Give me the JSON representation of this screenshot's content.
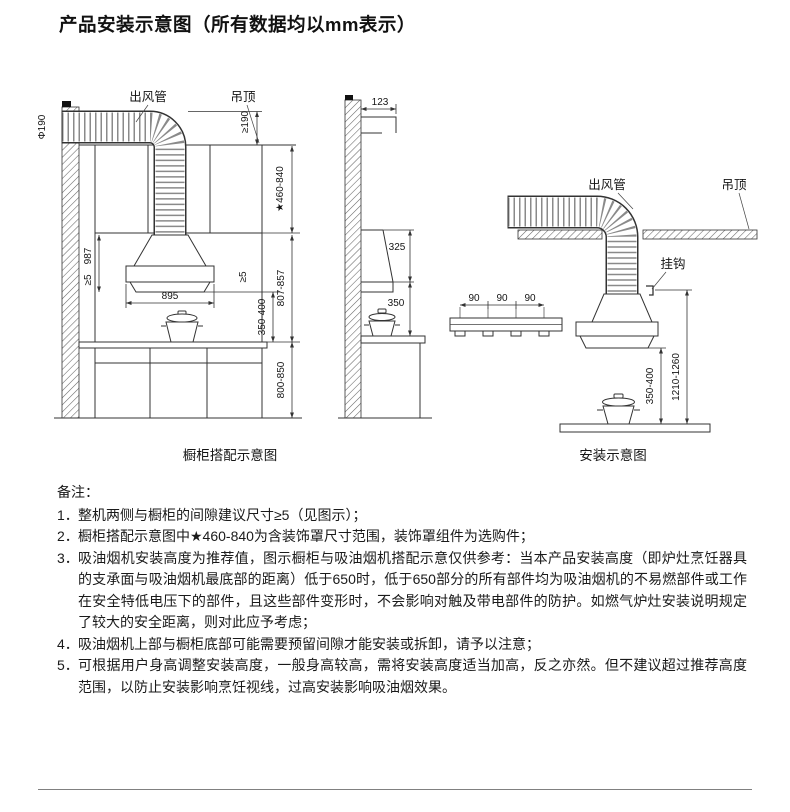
{
  "page": {
    "title": "产品安装示意图（所有数据均以mm表示）"
  },
  "diagrams": {
    "cabinet": {
      "caption": "橱柜搭配示意图",
      "labels": {
        "duct": "出风管",
        "ceiling": "吊顶",
        "phi": "Φ190",
        "ge190": "≥190",
        "star": "★460-840",
        "h987": "987",
        "gap_left": "≥5",
        "gap_right": "≥5",
        "w895": "895",
        "h350_400": "350-400",
        "h807_857": "807-857",
        "h800_850": "800-850"
      }
    },
    "side": {
      "labels": {
        "w123": "123",
        "h325": "325",
        "h350": "350"
      }
    },
    "install": {
      "caption": "安装示意图",
      "labels": {
        "duct": "出风管",
        "ceiling": "吊顶",
        "hook": "挂钩",
        "s90a": "90",
        "s90b": "90",
        "s90c": "90",
        "h350_400": "350-400",
        "h1210_1260": "1210-1260"
      }
    }
  },
  "notes": {
    "heading": "备注：",
    "items": [
      {
        "num": "1．",
        "text": "整机两侧与橱柜的间隙建议尺寸≥5（见图示）；"
      },
      {
        "num": "2．",
        "text": "橱柜搭配示意图中★460-840为含装饰罩尺寸范围，装饰罩组件为选购件；"
      },
      {
        "num": "3．",
        "text": "吸油烟机安装高度为推荐值，图示橱柜与吸油烟机搭配示意仅供参考：当本产品安装高度（即炉灶烹饪器具的支承面与吸油烟机最底部的距离）低于650时，低于650部分的所有部件均为吸油烟机的不易燃部件或工作在安全特低电压下的部件，且这些部件变形时，不会影响对触及带电部件的防护。如燃气炉灶安装说明规定了较大的安全距离，则对此应予考虑；"
      },
      {
        "num": "4．",
        "text": "吸油烟机上部与橱柜底部可能需要预留间隙才能安装或拆卸，请予以注意；"
      },
      {
        "num": "5．",
        "text": "可根据用户身高调整安装高度，一般身高较高，需将安装高度适当加高，反之亦然。但不建议超过推荐高度范围，以防止安装影响烹饪视线，过高安装影响吸油烟效果。"
      }
    ]
  }
}
